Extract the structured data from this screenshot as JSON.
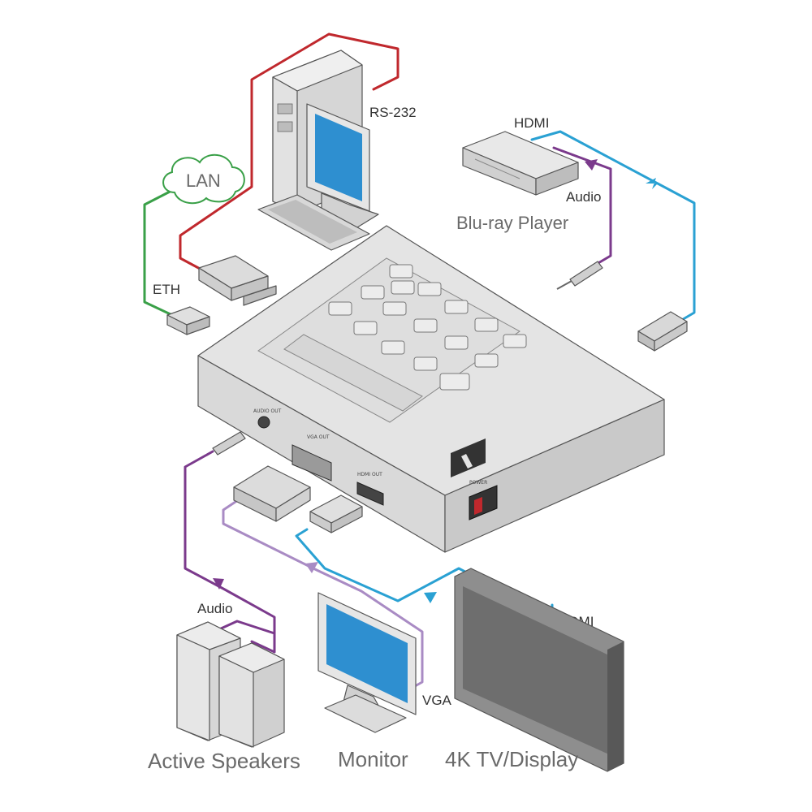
{
  "colors": {
    "rs232": "#c0282d",
    "ethernet": "#3aa048",
    "hdmi": "#2aa1d3",
    "audio": "#7b3a8c",
    "vga": "#a98bc4",
    "device_fill": "#e4e4e4",
    "device_dark": "#bdbdbd",
    "screen": "#2e8fd0"
  },
  "labels": {
    "rs232": "RS-232",
    "lan": "LAN",
    "eth": "ETH",
    "hdmi_in": "HDMI",
    "audio_in": "Audio",
    "bluray": "Blu-ray Player",
    "audio_out": "Audio",
    "hdmi_out": "HDMI",
    "vga": "VGA",
    "speakers": "Active Speakers",
    "monitor": "Monitor",
    "tv": "4K TV/Display"
  },
  "device_panel": {
    "audio_out": "AUDIO OUT",
    "vga_out": "VGA OUT",
    "hdmi_out": "HDMI OUT",
    "power": "POWER"
  },
  "icons": [
    "computer-icon",
    "cloud-icon",
    "bluray-player-icon",
    "generator-device-icon",
    "speakers-icon",
    "monitor-icon",
    "tv-icon",
    "rs232-connector-icon",
    "ethernet-connector-icon",
    "hdmi-connector-icon",
    "audio-jack-icon",
    "vga-connector-icon"
  ]
}
